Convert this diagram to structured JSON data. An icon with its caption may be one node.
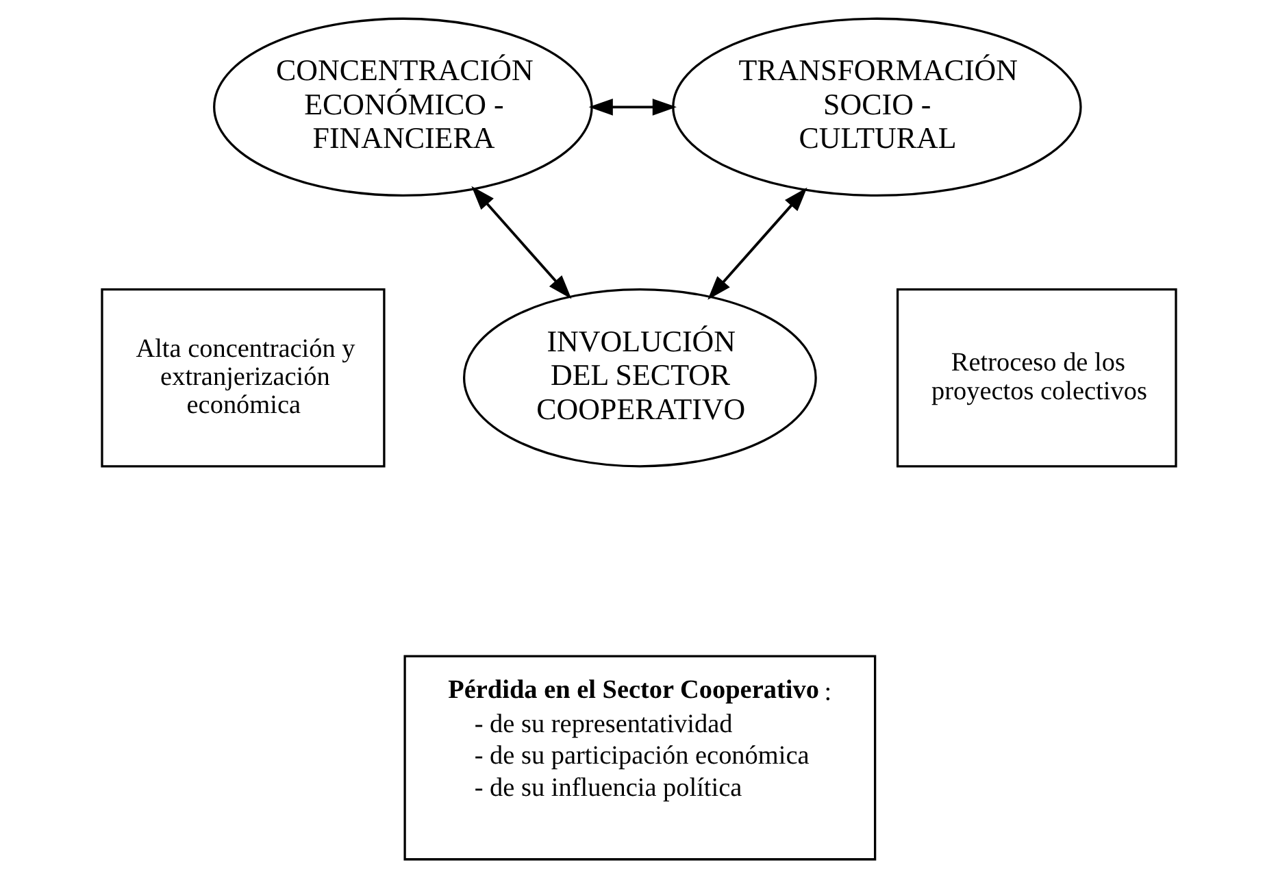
{
  "diagram": {
    "nodes": [
      {
        "text": [
          "CONCENTRACIÓN ECONÓMICO - FINANCIERA"
        ]
      },
      {
        "text": [
          "TRANSFORMACIÓN SOCIO - CULTURAL"
        ]
      },
      {
        "text": [
          "Alta concentración y extranjerización económica"
        ]
      },
      {
        "text": [
          "INVOLUCIÓN DEL SECTOR COOPERATIVO"
        ]
      },
      {
        "text": [
          "Retroceso de los proyectos colectivos"
        ]
      },
      {
        "text": [
          "**Pérdida en el Sector Cooperativo**:",
          "- de su representatividad",
          "- de su participación económica",
          "- de su influencia política"
        ]
      }
    ],
    "edges": [
      {
        "from": 0,
        "to": 1,
        "arrow": "both"
      },
      {
        "from": 0,
        "to": 3,
        "arrow": "both"
      },
      {
        "from": 3,
        "to": 1,
        "arrow": "both"
      }
    ]
  }
}
